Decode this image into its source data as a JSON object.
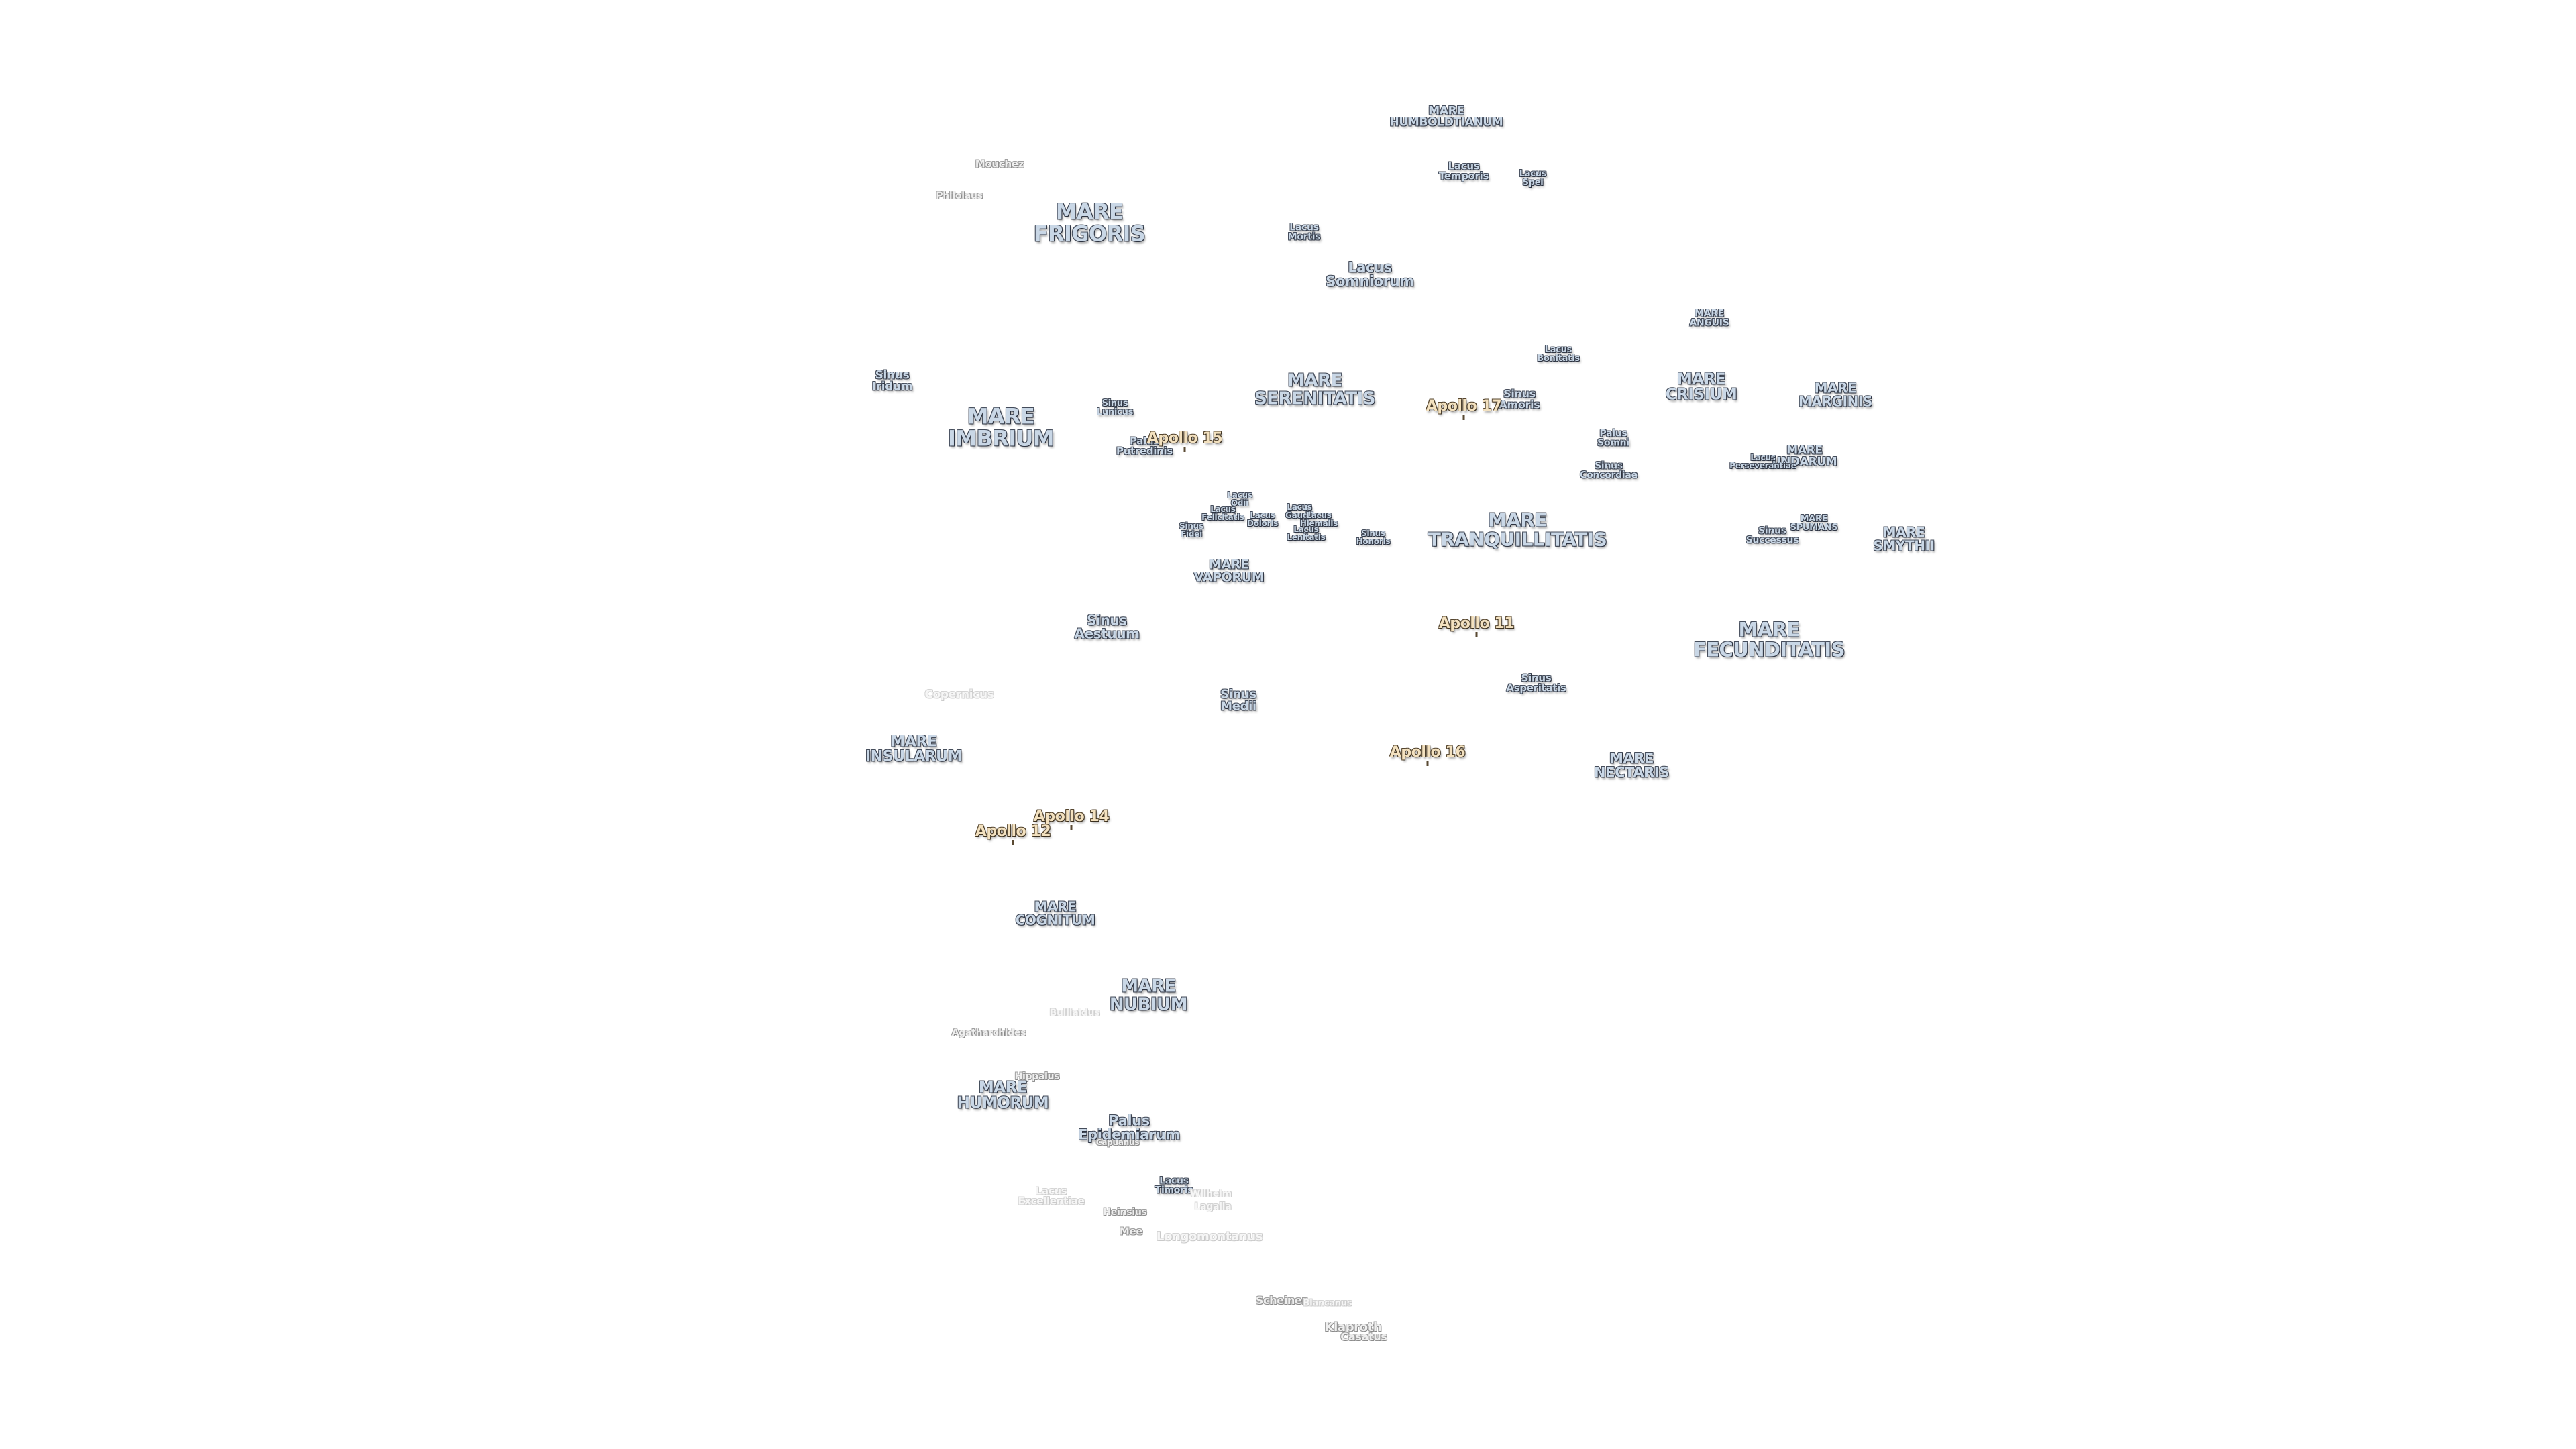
{
  "labels": [
    {
      "id": "mare-humboldtianum",
      "text": "MARE\nHUMBOLDTIANUM",
      "kind": "mare"
    },
    {
      "id": "lacus-temporis",
      "text": "Lacus\nTemporis",
      "kind": "mare"
    },
    {
      "id": "lacus-spei",
      "text": "Lacus\nSpei",
      "kind": "mare"
    },
    {
      "id": "mouchez",
      "text": "Mouchez",
      "kind": "crater"
    },
    {
      "id": "philolaus",
      "text": "Philolaus",
      "kind": "crater"
    },
    {
      "id": "mare-frigoris",
      "text": "MARE\nFRIGORIS",
      "kind": "mare"
    },
    {
      "id": "lacus-mortis",
      "text": "Lacus\nMortis",
      "kind": "mare"
    },
    {
      "id": "lacus-somniorum",
      "text": "Lacus\nSomniorum",
      "kind": "mare"
    },
    {
      "id": "mare-anguis",
      "text": "MARE\nANGUIS",
      "kind": "mare"
    },
    {
      "id": "lacus-bonitatis",
      "text": "Lacus\nBonitatis",
      "kind": "mare"
    },
    {
      "id": "sinus-iridum",
      "text": "Sinus\nIridum",
      "kind": "mare"
    },
    {
      "id": "mare-serenitatis",
      "text": "MARE\nSERENITATIS",
      "kind": "mare"
    },
    {
      "id": "mare-crisium",
      "text": "MARE\nCRISIUM",
      "kind": "mare"
    },
    {
      "id": "mare-marginis",
      "text": "MARE\nMARGINIS",
      "kind": "mare"
    },
    {
      "id": "sinus-amoris",
      "text": "Sinus\nAmoris",
      "kind": "mare"
    },
    {
      "id": "mare-imbrium",
      "text": "MARE\nIMBRIUM",
      "kind": "mare"
    },
    {
      "id": "sinus-lunicus",
      "text": "Sinus\nLunicus",
      "kind": "mare"
    },
    {
      "id": "palus-putredinis",
      "text": "Palus\nPutredinis",
      "kind": "mare"
    },
    {
      "id": "palus-somni",
      "text": "Palus\nSomni",
      "kind": "mare"
    },
    {
      "id": "mare-undarum",
      "text": "MARE\nUNDARUM",
      "kind": "mare"
    },
    {
      "id": "lacus-perseverantiae",
      "text": "Lacus\nPerseverantiae",
      "kind": "mare"
    },
    {
      "id": "sinus-concordiae",
      "text": "Sinus\nConcordiae",
      "kind": "mare"
    },
    {
      "id": "lacus-odii",
      "text": "Lacus\nOdii",
      "kind": "mare"
    },
    {
      "id": "lacus-felicitatis",
      "text": "Lacus\nFelicitatis",
      "kind": "mare"
    },
    {
      "id": "lacus-doloris",
      "text": "Lacus\nDoloris",
      "kind": "mare"
    },
    {
      "id": "lacus-gaudii",
      "text": "Lacus\nGaudii",
      "kind": "mare"
    },
    {
      "id": "lacus-hiemalis",
      "text": "Lacus\nHiemalis",
      "kind": "mare"
    },
    {
      "id": "lacus-lenitatis",
      "text": "Lacus\nLenitatis",
      "kind": "mare"
    },
    {
      "id": "sinus-fidei",
      "text": "Sinus\nFidei",
      "kind": "mare"
    },
    {
      "id": "sinus-honoris",
      "text": "Sinus\nHonoris",
      "kind": "mare"
    },
    {
      "id": "mare-tranquillitatis",
      "text": "MARE\nTRANQUILLITATIS",
      "kind": "mare"
    },
    {
      "id": "mare-spumans",
      "text": "MARE\nSPUMANS",
      "kind": "mare"
    },
    {
      "id": "sinus-successus",
      "text": "Sinus\nSuccessus",
      "kind": "mare"
    },
    {
      "id": "mare-smythii",
      "text": "MARE\nSMYTHII",
      "kind": "mare"
    },
    {
      "id": "mare-vaporum",
      "text": "MARE\nVAPORUM",
      "kind": "mare"
    },
    {
      "id": "sinus-aestuum",
      "text": "Sinus\nAestuum",
      "kind": "mare"
    },
    {
      "id": "mare-fecunditatis",
      "text": "MARE\nFECUNDITATIS",
      "kind": "mare"
    },
    {
      "id": "copernicus",
      "text": "Copernicus",
      "kind": "faint"
    },
    {
      "id": "sinus-medii",
      "text": "Sinus\nMedii",
      "kind": "mare"
    },
    {
      "id": "sinus-asperitatis",
      "text": "Sinus\nAsperitatis",
      "kind": "mare"
    },
    {
      "id": "mare-insularum",
      "text": "MARE\nINSULARUM",
      "kind": "mare"
    },
    {
      "id": "mare-nectaris",
      "text": "MARE\nNECTARIS",
      "kind": "mare"
    },
    {
      "id": "mare-cognitum",
      "text": "MARE\nCOGNITUM",
      "kind": "mare"
    },
    {
      "id": "mare-nubium",
      "text": "MARE\nNUBIUM",
      "kind": "mare"
    },
    {
      "id": "bullialdus",
      "text": "Bullialdus",
      "kind": "faint"
    },
    {
      "id": "agatharchides",
      "text": "Agatharchides",
      "kind": "crater"
    },
    {
      "id": "hippalus",
      "text": "Hippalus",
      "kind": "crater"
    },
    {
      "id": "mare-humorum",
      "text": "MARE\nHUMORUM",
      "kind": "mare"
    },
    {
      "id": "palus-epidemiarum",
      "text": "Palus\nEpidemiarum",
      "kind": "mare"
    },
    {
      "id": "capuanus",
      "text": "Capuanus",
      "kind": "crater"
    },
    {
      "id": "lacus-timoris",
      "text": "Lacus\nTimoris",
      "kind": "mare"
    },
    {
      "id": "lacus-excellentiae",
      "text": "Lacus\nExcellentiae",
      "kind": "faint"
    },
    {
      "id": "wilhelm",
      "text": "Wilhelm",
      "kind": "faint"
    },
    {
      "id": "lagalla",
      "text": "Lagalla",
      "kind": "faint"
    },
    {
      "id": "heinsius",
      "text": "Heinsius",
      "kind": "crater"
    },
    {
      "id": "mee",
      "text": "Mee",
      "kind": "crater"
    },
    {
      "id": "longomontanus",
      "text": "Longomontanus",
      "kind": "faint"
    },
    {
      "id": "scheiner",
      "text": "Scheiner",
      "kind": "crater"
    },
    {
      "id": "blancanus",
      "text": "Blancanus",
      "kind": "faint"
    },
    {
      "id": "klaproth",
      "text": "Klaproth",
      "kind": "crater"
    },
    {
      "id": "casatus",
      "text": "Casatus",
      "kind": "crater"
    },
    {
      "id": "apollo-15",
      "text": "Apollo 15",
      "kind": "apollo"
    },
    {
      "id": "apollo-17",
      "text": "Apollo 17",
      "kind": "apollo"
    },
    {
      "id": "apollo-11",
      "text": "Apollo 11",
      "kind": "apollo"
    },
    {
      "id": "apollo-16",
      "text": "Apollo 16",
      "kind": "apollo"
    },
    {
      "id": "apollo-14",
      "text": "Apollo 14",
      "kind": "apollo"
    },
    {
      "id": "apollo-12",
      "text": "Apollo 12",
      "kind": "apollo"
    }
  ]
}
